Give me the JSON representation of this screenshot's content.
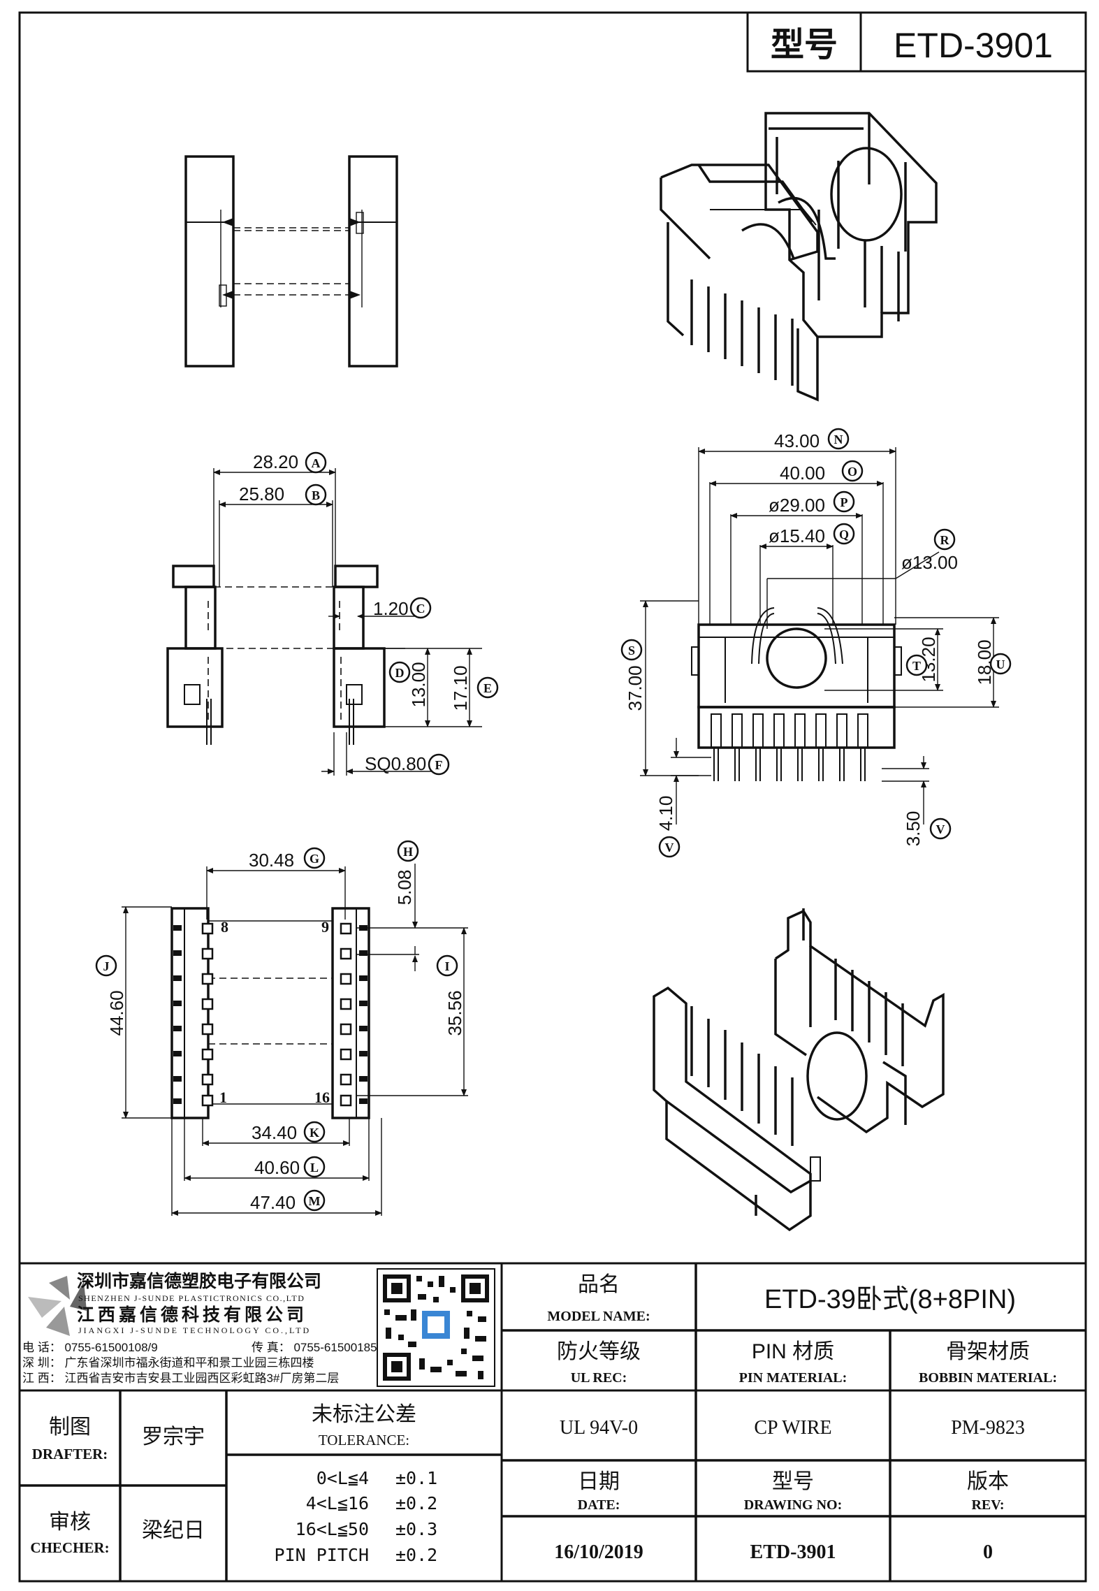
{
  "title_block_top": {
    "model_label": "型号",
    "model_value": "ETD-3901"
  },
  "dimensions": {
    "A": "28.20",
    "B": "25.80",
    "C": "1.20",
    "D": "13.00",
    "E": "17.10",
    "F": "SQ0.80",
    "G": "30.48",
    "H": "5.08",
    "I": "35.56",
    "J": "44.60",
    "K": "34.40",
    "L": "40.60",
    "M": "47.40",
    "N": "43.00",
    "O": "40.00",
    "P": "ø29.00",
    "Q": "ø15.40",
    "R": "ø13.00",
    "S": "37.00",
    "T": "13.20",
    "U": "18.00",
    "V1": "4.10",
    "V2": "3.50"
  },
  "dim_letters": {
    "A": "A",
    "B": "B",
    "C": "C",
    "D": "D",
    "E": "E",
    "F": "F",
    "G": "G",
    "H": "H",
    "I": "I",
    "J": "J",
    "K": "K",
    "L": "L",
    "M": "M",
    "N": "N",
    "O": "O",
    "P": "P",
    "Q": "Q",
    "R": "R",
    "S": "S",
    "T": "T",
    "U": "U",
    "V": "V"
  },
  "pin_labels": {
    "p8": "8",
    "p9": "9",
    "p1": "1",
    "p16": "16"
  },
  "company": {
    "name_cn_1": "深圳市嘉信德塑胶电子有限公司",
    "name_en_1": "SHENZHEN J-SUNDE PLASTICTRONICS CO.,LTD",
    "name_cn_2": "江西嘉信德科技有限公司",
    "name_en_2": "JIANGXI J-SUNDE TECHNOLOGY CO.,LTD",
    "tel": "电 话： 0755-61500108/9",
    "fax": "传 真： 0755-61500185",
    "addr_sz": "深 圳： 广东省深圳市福永街道和平和景工业园三栋四楼",
    "addr_jx": "江 西： 江西省吉安市吉安县工业园西区彩虹路3#厂房第二层"
  },
  "title_block": {
    "model_name_cn": "品名",
    "model_name_en": "MODEL NAME:",
    "model_name_value": "ETD-39卧式(8+8PIN)",
    "ul_cn": "防火等级",
    "ul_en": "UL REC:",
    "pin_mat_cn": "PIN 材质",
    "pin_mat_en": "PIN MATERIAL:",
    "bobbin_mat_cn": "骨架材质",
    "bobbin_mat_en": "BOBBIN MATERIAL:",
    "ul_value": "UL 94V-0",
    "pin_mat_value": "CP WIRE",
    "bobbin_mat_value": "PM-9823",
    "date_cn": "日期",
    "date_en": "DATE:",
    "drawing_no_cn": "型号",
    "drawing_no_en": "DRAWING NO:",
    "rev_cn": "版本",
    "rev_en": "REV:",
    "date_value": "16/10/2019",
    "drawing_no_value": "ETD-3901",
    "rev_value": "0",
    "drafter_cn": "制图",
    "drafter_en": "DRAFTER:",
    "drafter_name": "罗宗宇",
    "checker_cn": "审核",
    "checker_en": "CHECHER:",
    "checker_name": "梁纪日",
    "tolerance_cn": "未标注公差",
    "tolerance_en": "TOLERANCE:",
    "tolerances": [
      {
        "range": "0<L≦4",
        "value": "±0.1"
      },
      {
        "range": "4<L≦16",
        "value": "±0.2"
      },
      {
        "range": "16<L≦50",
        "value": "±0.3"
      },
      {
        "range": "PIN PITCH",
        "value": "±0.2"
      }
    ]
  }
}
